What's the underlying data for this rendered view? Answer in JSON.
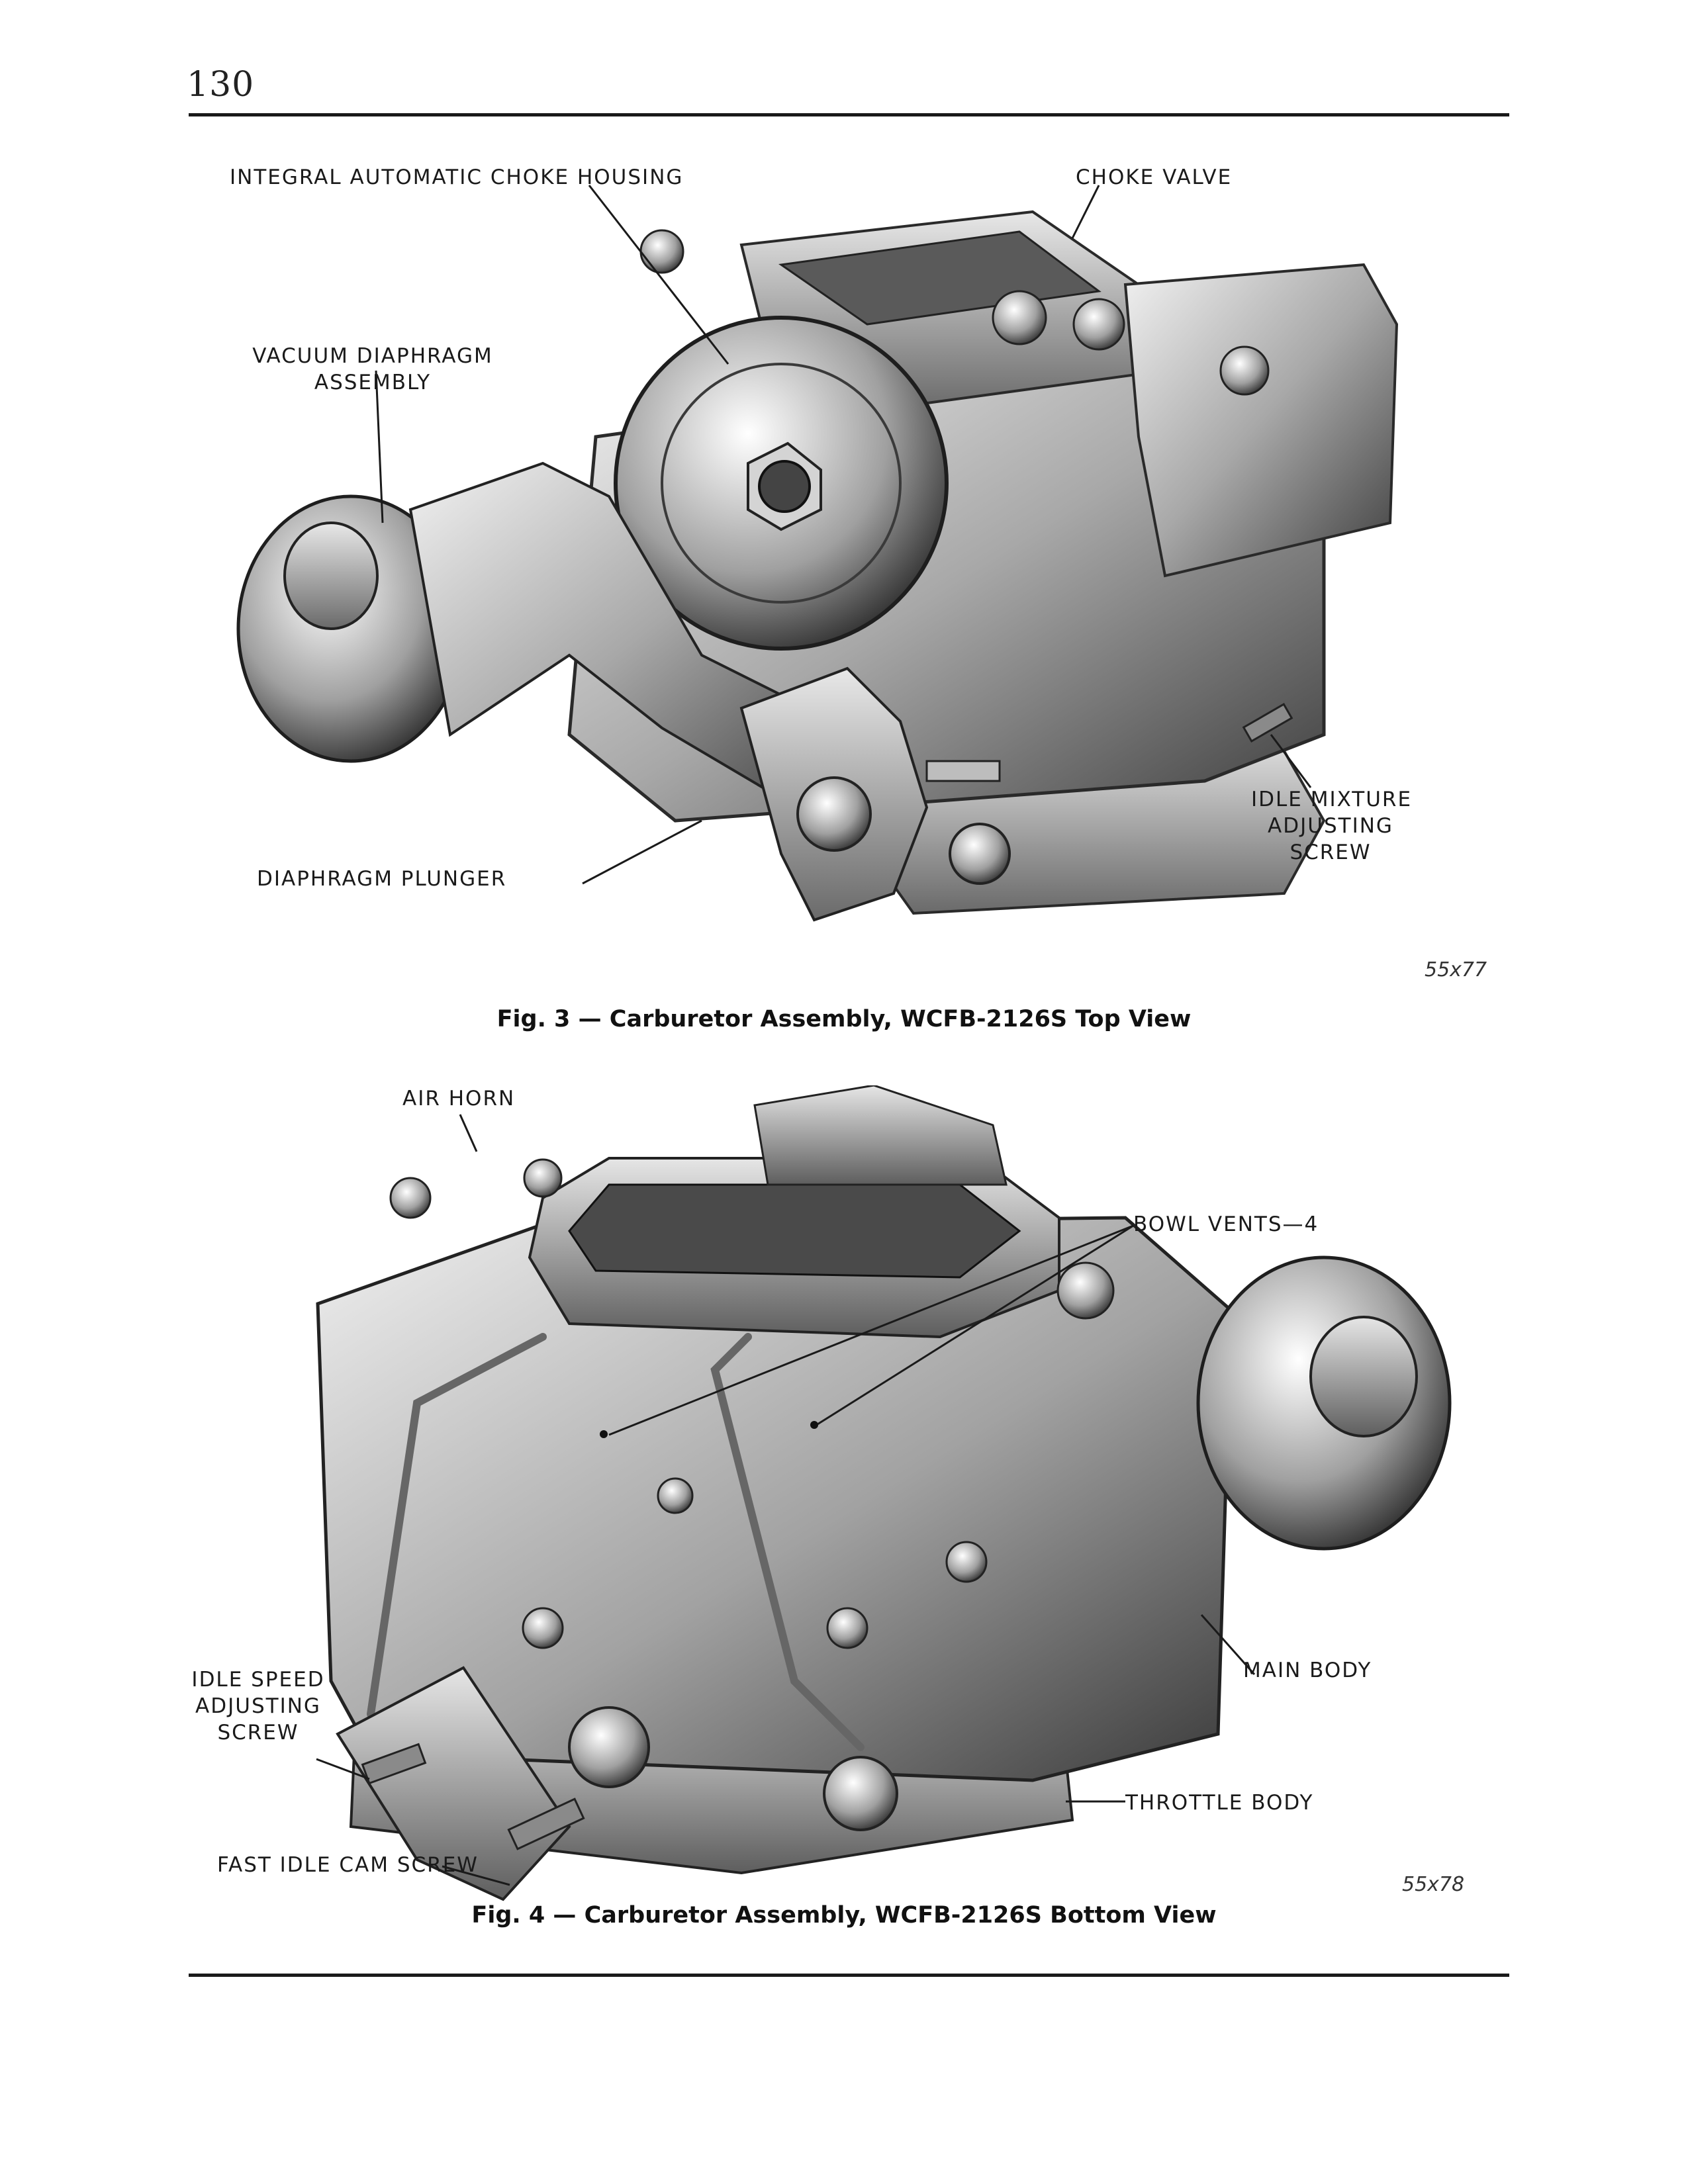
{
  "page": {
    "number": "130"
  },
  "figures": [
    {
      "caption": "Fig. 3 — Carburetor Assembly, WCFB-2126S Top View",
      "number": "55x77",
      "callouts": {
        "choke_housing": "INTEGRAL AUTOMATIC CHOKE HOUSING",
        "choke_valve": "CHOKE VALVE",
        "vacuum_diaphragm_line1": "VACUUM DIAPHRAGM",
        "vacuum_diaphragm_line2": "ASSEMBLY",
        "diaphragm_plunger": "DIAPHRAGM PLUNGER",
        "idle_mixture_line1": "IDLE MIXTURE",
        "idle_mixture_line2": "ADJUSTING",
        "idle_mixture_line3": "SCREW"
      }
    },
    {
      "caption": "Fig. 4 — Carburetor Assembly, WCFB-2126S Bottom View",
      "number": "55x78",
      "callouts": {
        "air_horn": "AIR HORN",
        "bowl_vents": "BOWL VENTS—4",
        "main_body": "MAIN BODY",
        "throttle_body": "THROTTLE BODY",
        "idle_speed_line1": "IDLE SPEED",
        "idle_speed_line2": "ADJUSTING",
        "idle_speed_line3": "SCREW",
        "fast_idle_cam": "FAST IDLE CAM SCREW"
      }
    }
  ],
  "colors": {
    "ink": "#1a1a1a",
    "metal_light": "#d9d9d9",
    "metal_mid": "#9a9a9a",
    "metal_dark": "#4a4a4a"
  }
}
